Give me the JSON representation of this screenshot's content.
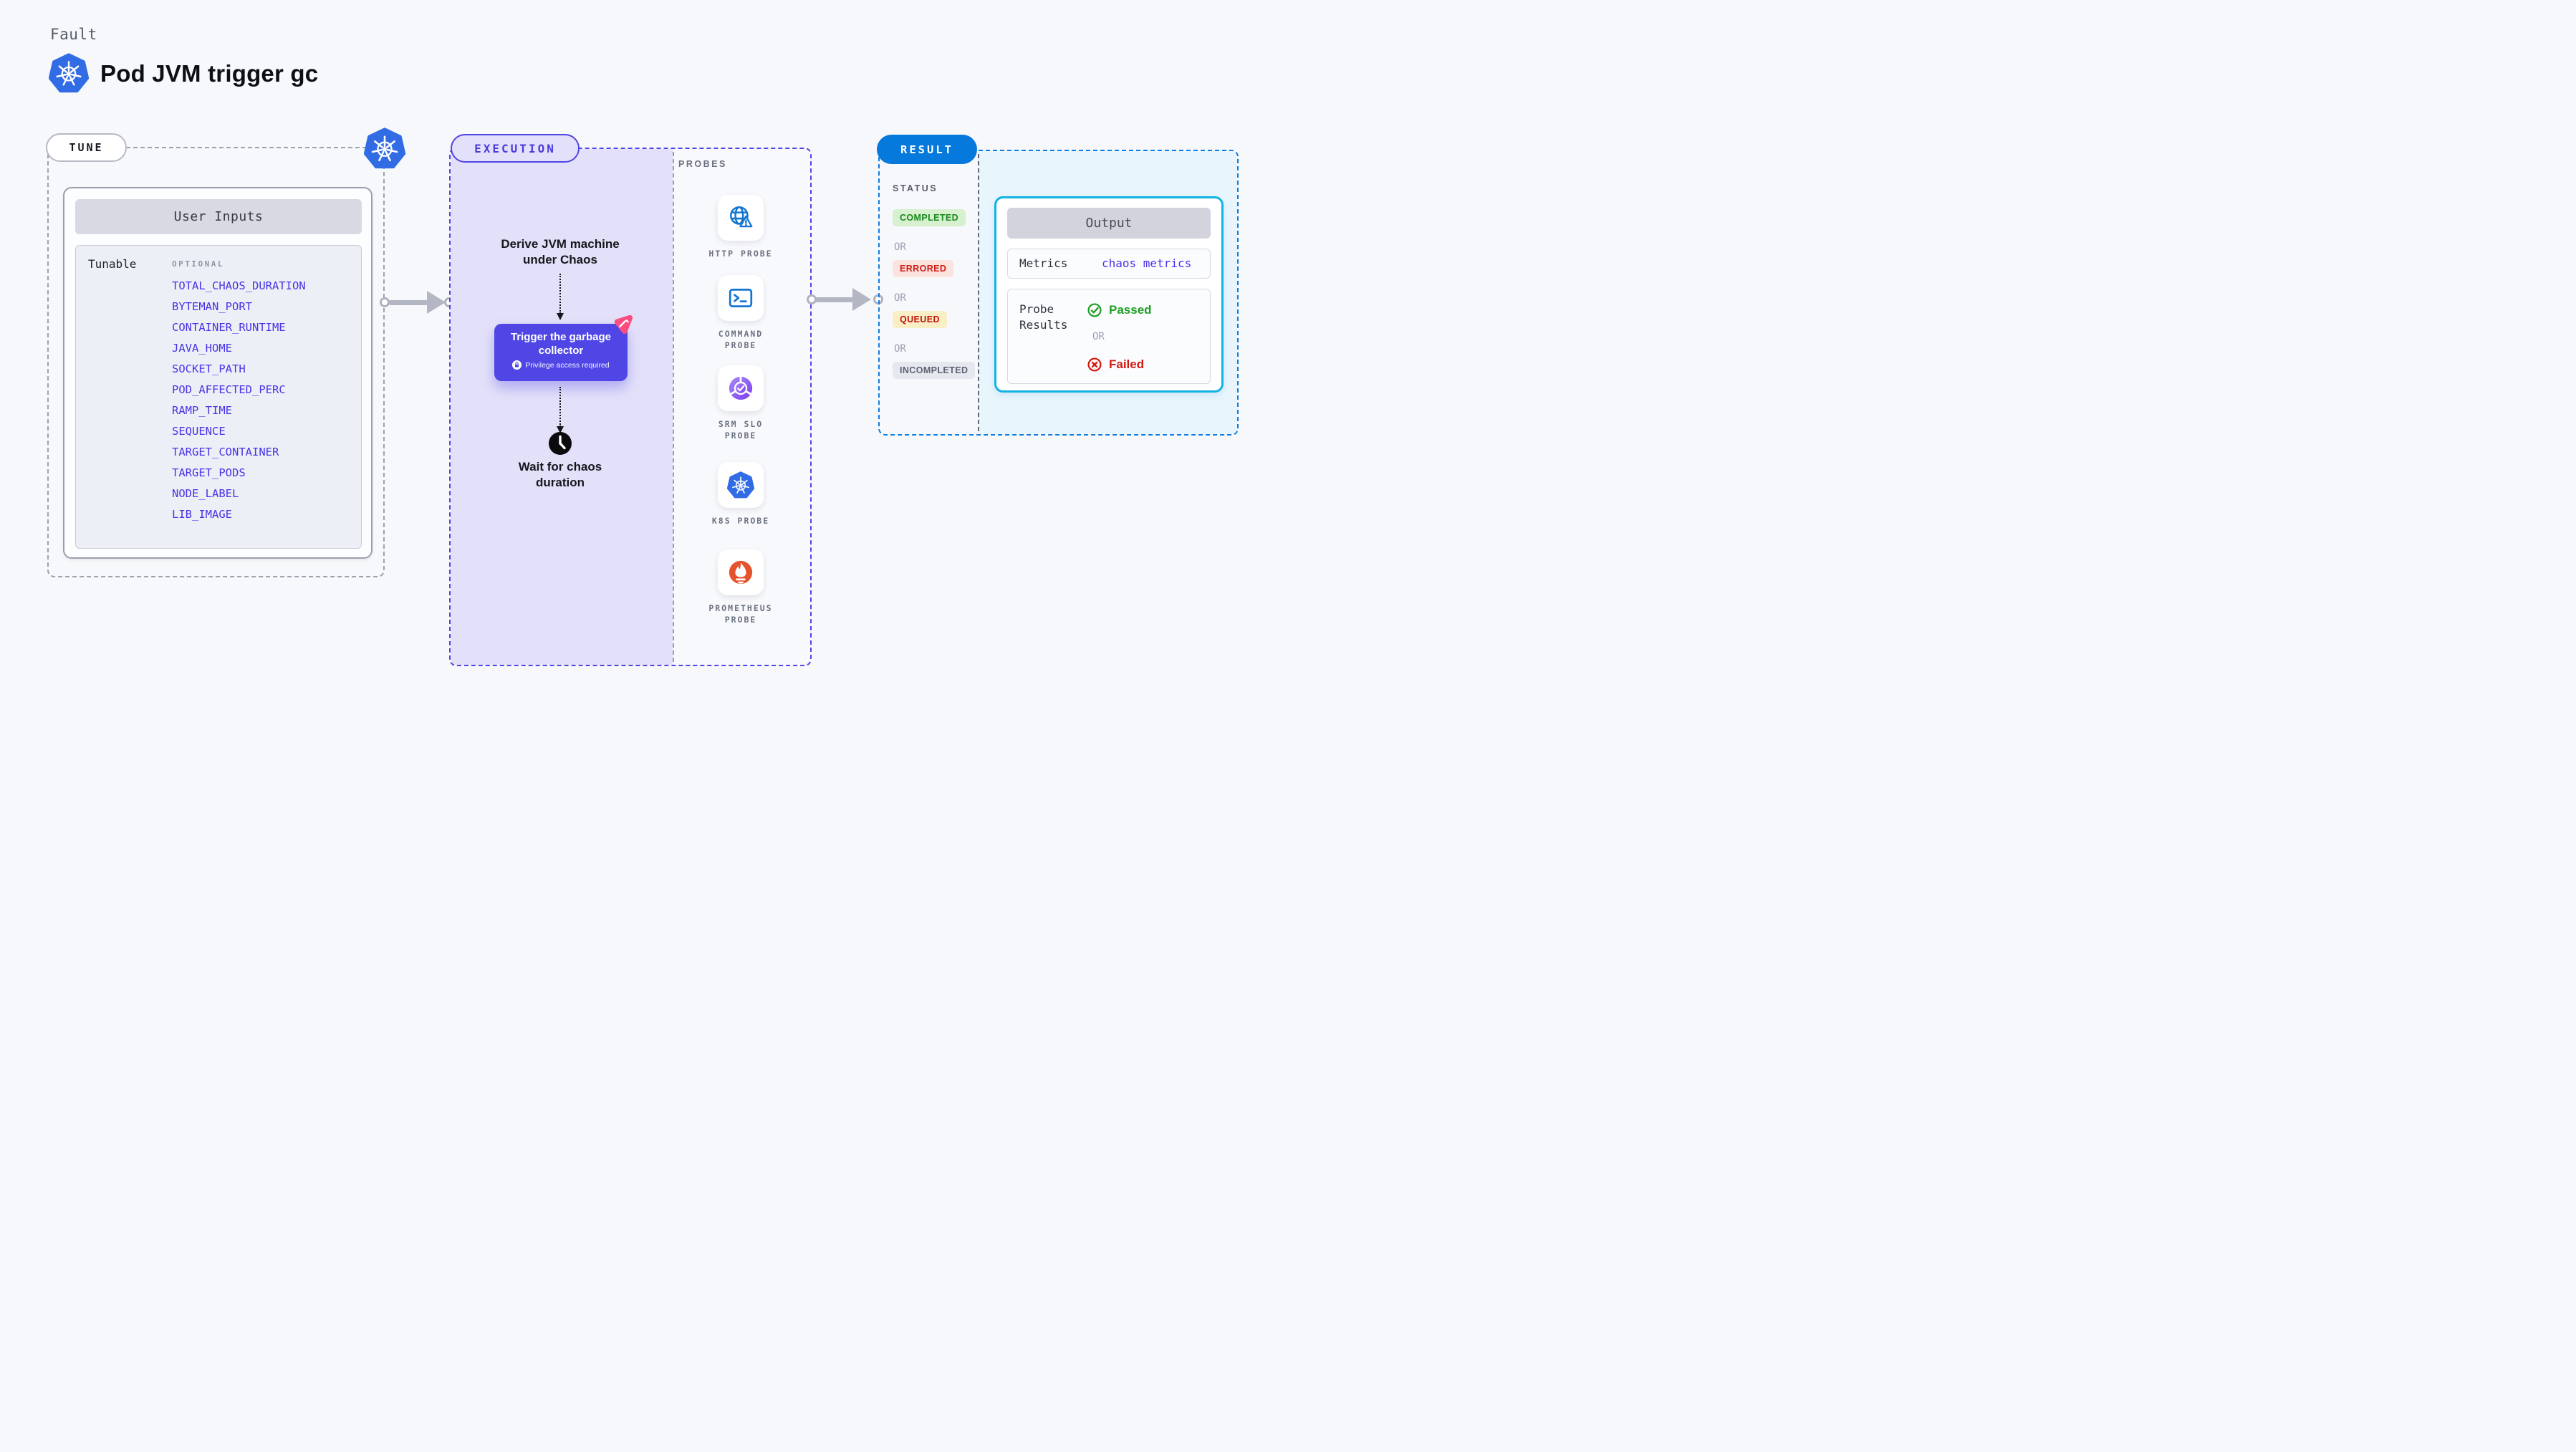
{
  "page": {
    "fault_label": "Fault",
    "title": "Pod JVM trigger gc"
  },
  "tune": {
    "section_label": "TUNE",
    "card_title": "User Inputs",
    "row_label": "Tunable",
    "column_label": "OPTIONAL",
    "env_vars": [
      "TOTAL_CHAOS_DURATION",
      "BYTEMAN_PORT",
      "CONTAINER_RUNTIME",
      "JAVA_HOME",
      "SOCKET_PATH",
      "POD_AFFECTED_PERC",
      "RAMP_TIME",
      "SEQUENCE",
      "TARGET_CONTAINER",
      "TARGET_PODS",
      "NODE_LABEL",
      "LIB_IMAGE"
    ]
  },
  "execution": {
    "section_label": "EXECUTION",
    "derive_text": "Derive JVM machine under Chaos",
    "trigger_label": "Trigger the garbage collector",
    "trigger_note": "Privilege access required",
    "wait_text": "Wait for chaos duration"
  },
  "probes": {
    "section_label": "PROBES",
    "items": [
      {
        "label": "HTTP PROBE",
        "icon": "globe-warning-icon"
      },
      {
        "label": "COMMAND PROBE",
        "icon": "terminal-icon"
      },
      {
        "label": "SRM SLO PROBE",
        "icon": "slo-donut-check-icon"
      },
      {
        "label": "K8S PROBE",
        "icon": "kubernetes-icon"
      },
      {
        "label": "PROMETHEUS PROBE",
        "icon": "prometheus-flame-icon"
      }
    ]
  },
  "result": {
    "section_label": "RESULT",
    "status_label": "STATUS",
    "or_label": "OR",
    "statuses": [
      {
        "label": "COMPLETED",
        "type": "completed"
      },
      {
        "label": "ERRORED",
        "type": "errored"
      },
      {
        "label": "QUEUED",
        "type": "queued"
      },
      {
        "label": "INCOMPLETED",
        "type": "incompleted"
      }
    ],
    "output": {
      "title": "Output",
      "metrics_label": "Metrics",
      "metrics_value": "chaos metrics",
      "probe_results_label": "Probe Results",
      "passed_label": "Passed",
      "failed_label": "Failed"
    }
  },
  "colors": {
    "accent_indigo": "#4f46e5",
    "accent_blue": "#0679dc",
    "accent_cyan": "#12b2e4",
    "success_green": "#1d9e23",
    "error_red": "#d2190f",
    "link_indigo": "#4634e6",
    "litmus_pink": "#fa4d80",
    "prometheus_orange": "#e6522c",
    "kubernetes_blue": "#326ce5"
  }
}
